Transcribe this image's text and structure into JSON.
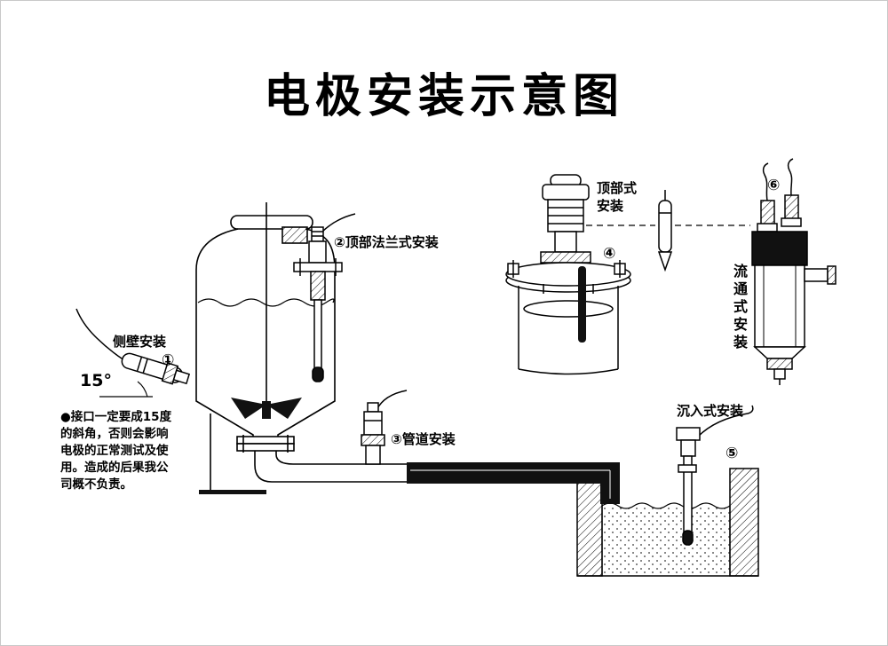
{
  "title": "电极安装示意图",
  "annotations": {
    "side_wall": {
      "label": "侧壁安装",
      "num": "①",
      "angle": "15°"
    },
    "top_flange": {
      "label": "②顶部法兰式安装"
    },
    "pipeline": {
      "label": "③管道安装"
    },
    "top_type": {
      "line1": "顶部式",
      "line2": "安装",
      "num": "④"
    },
    "submerged": {
      "label": "沉入式安装",
      "num": "⑤"
    },
    "flow_through": {
      "label": "流通式安装",
      "num": "⑥"
    }
  },
  "note": {
    "lines": [
      "●接口一定要成15度",
      "的斜角，否则会影响",
      "电极的正常测试及使",
      "用。造成的后果我公",
      "司概不负责。"
    ]
  }
}
